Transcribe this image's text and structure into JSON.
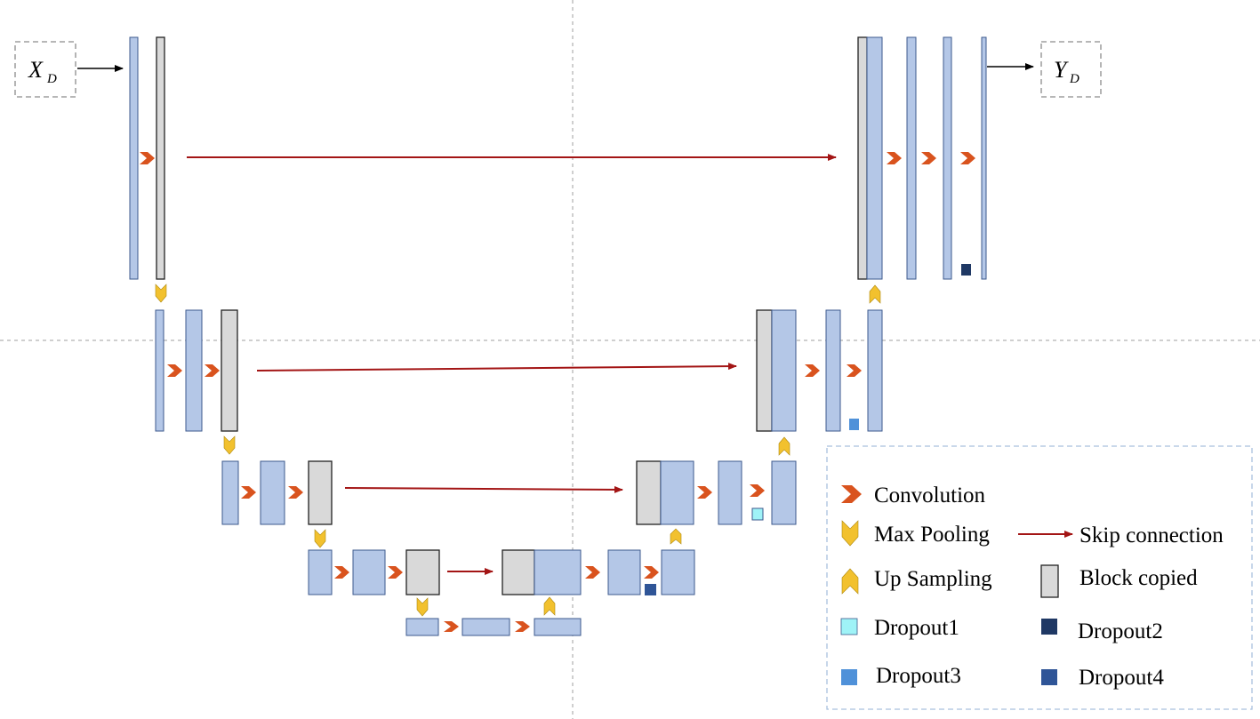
{
  "io": {
    "input_label": "X",
    "input_sub": "D",
    "output_label": "Y",
    "output_sub": "D"
  },
  "legend": {
    "convolution": "Convolution",
    "max_pooling": "Max Pooling",
    "skip_connection": "Skip connection",
    "up_sampling": "Up Sampling",
    "block_copied": "Block copied",
    "dropout1": "Dropout1",
    "dropout2": "Dropout2",
    "dropout3": "Dropout3",
    "dropout4": "Dropout4"
  },
  "colors": {
    "block": "#b4c7e7",
    "block_border": "#3d5a8c",
    "copied": "#d9d9d9",
    "conv": "#d9531e",
    "pool": "#f2c12e",
    "skip": "#a31515",
    "dropout1": "#9ff3f7",
    "dropout2": "#1f3864",
    "dropout3": "#4f91d9",
    "dropout4": "#2f5597",
    "guide": "#bfbfbf",
    "legend_border": "#a9c1de"
  }
}
